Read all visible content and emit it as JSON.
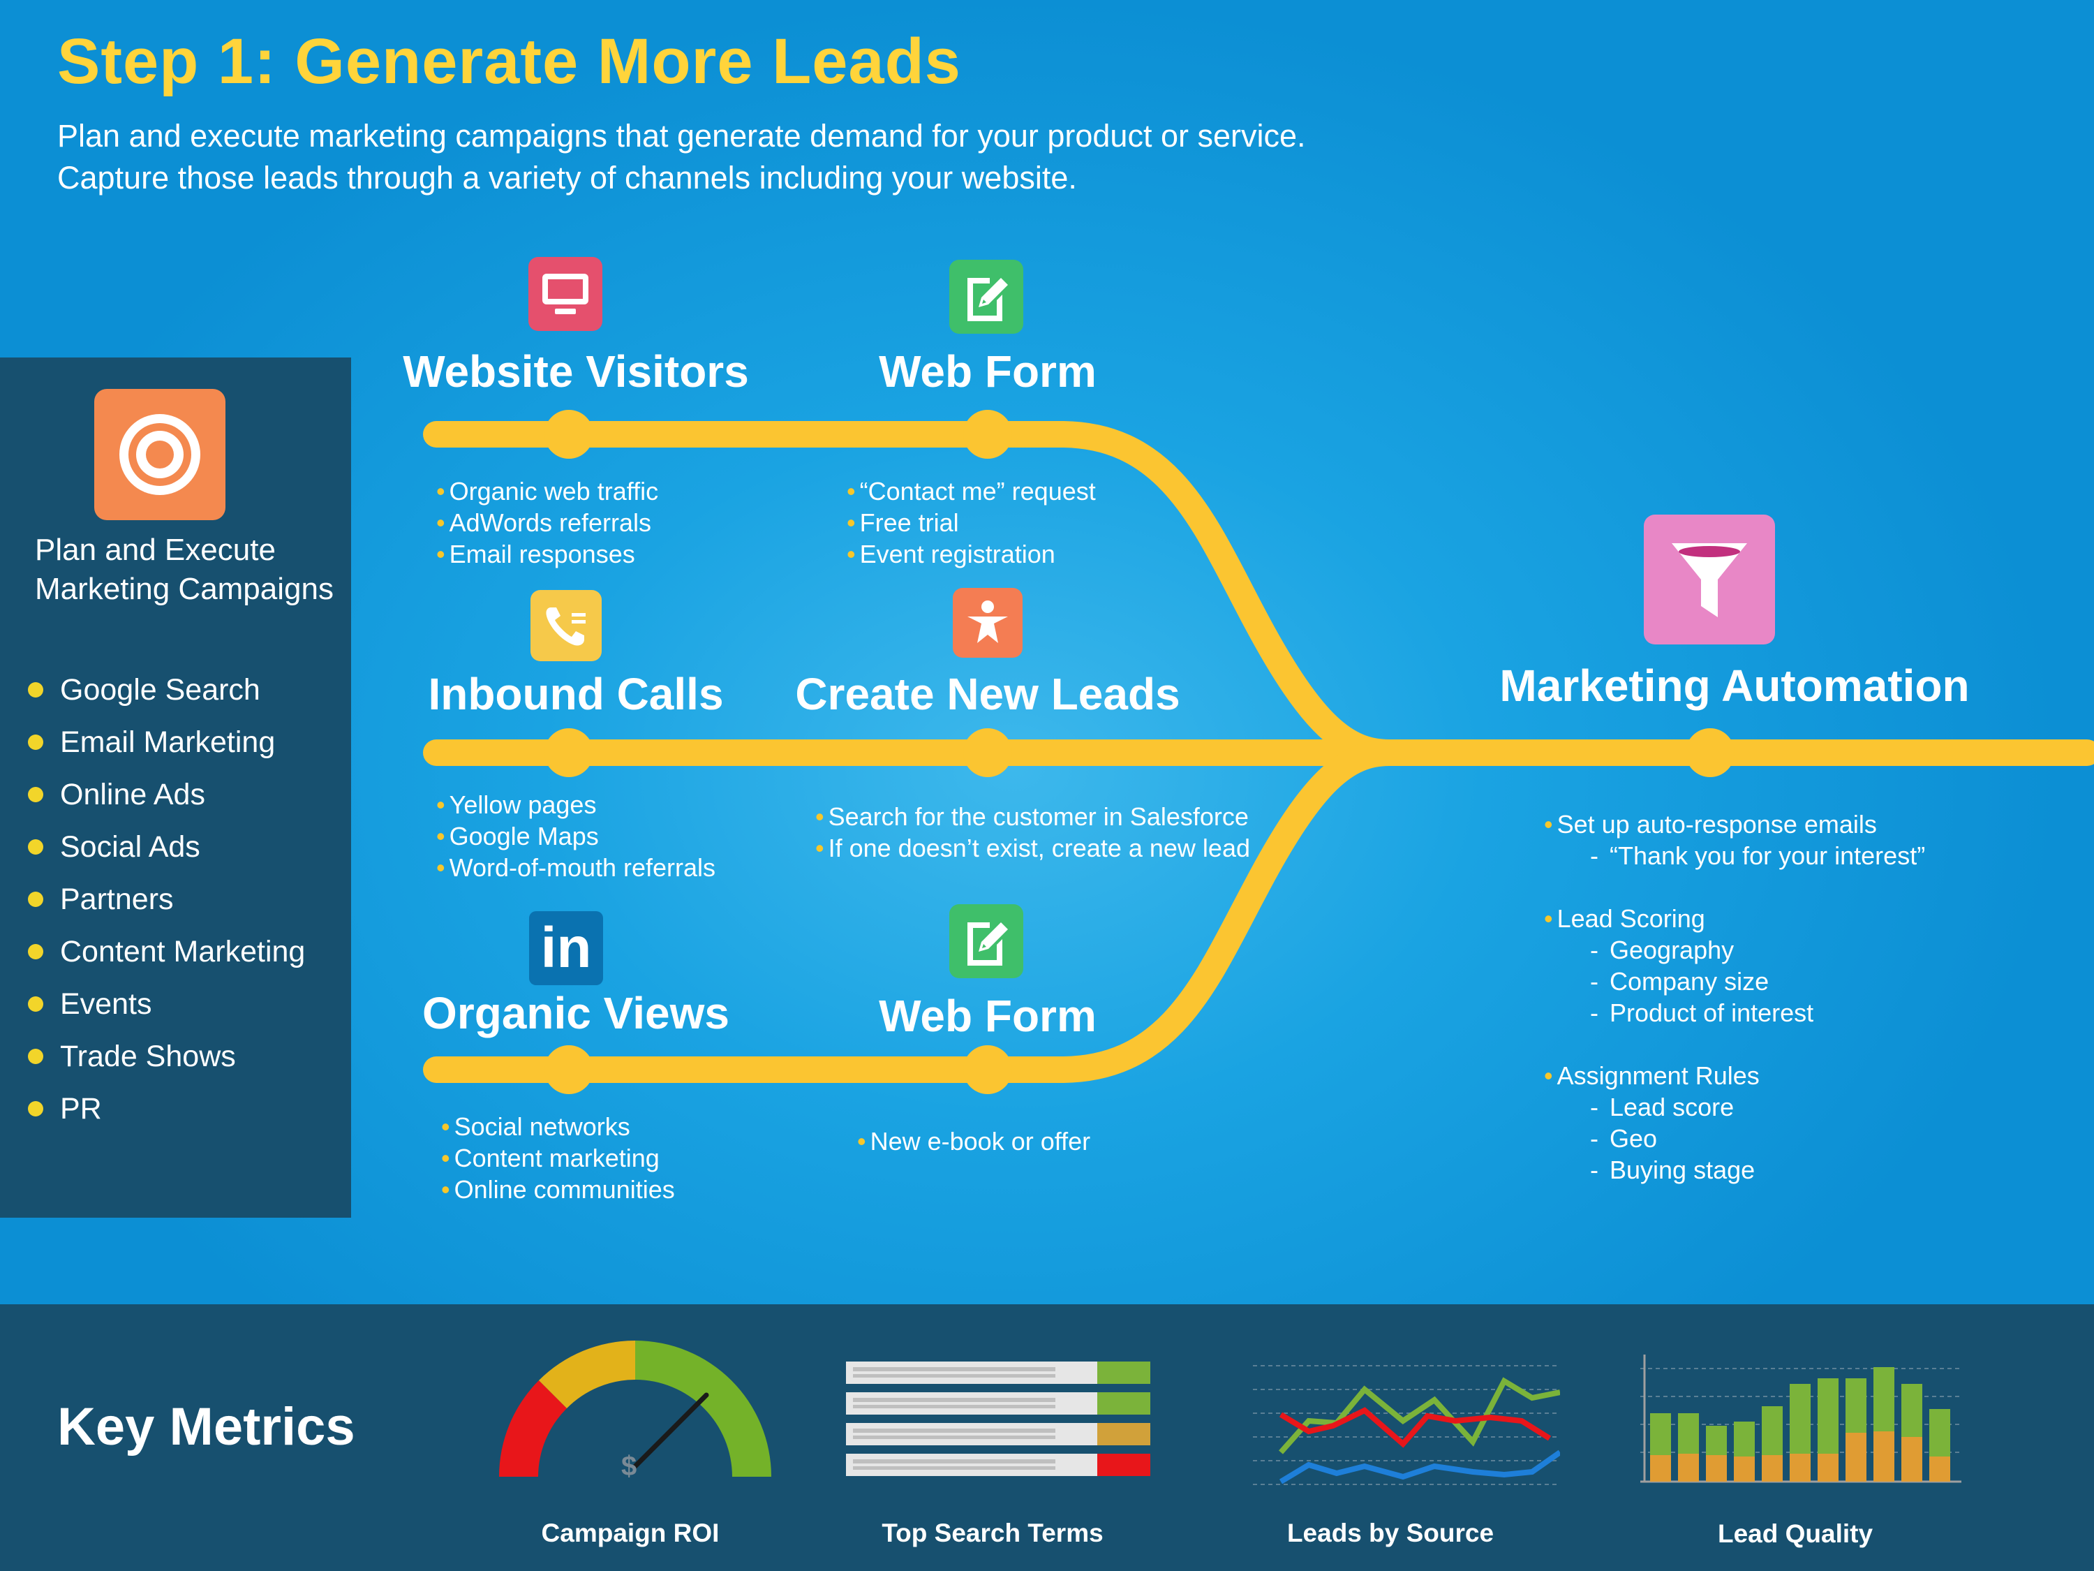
{
  "header": {
    "title": "Step 1: Generate More Leads",
    "subtitle_line1": "Plan and execute marketing campaigns that generate demand for your product or service.",
    "subtitle_line2": "Capture those leads through a variety of channels including your website."
  },
  "sidebar": {
    "caption_line1": "Plan and Execute",
    "caption_line2": "Marketing Campaigns",
    "icon": "target-icon",
    "items": [
      "Google Search",
      "Email Marketing",
      "Online Ads",
      "Social Ads",
      "Partners",
      "Content Marketing",
      "Events",
      "Trade Shows",
      "PR"
    ]
  },
  "nodes": {
    "website_visitors": {
      "title": "Website Visitors",
      "icon": "monitor-icon",
      "bullets": [
        "Organic web traffic",
        "AdWords referrals",
        "Email responses"
      ]
    },
    "web_form_top": {
      "title": "Web Form",
      "icon": "edit-form-icon",
      "bullets": [
        "“Contact me” request",
        "Free trial",
        "Event registration"
      ]
    },
    "inbound_calls": {
      "title": "Inbound Calls",
      "icon": "phone-icon",
      "bullets": [
        "Yellow pages",
        "Google Maps",
        "Word-of-mouth referrals"
      ]
    },
    "create_new_leads": {
      "title": "Create New Leads",
      "icon": "person-icon",
      "bullets": [
        "Search for the customer in Salesforce",
        "If one doesn’t exist, create a new lead"
      ]
    },
    "organic_views": {
      "title": "Organic Views",
      "icon": "linkedin-icon",
      "icon_text": "in",
      "bullets": [
        "Social networks",
        "Content marketing",
        "Online communities"
      ]
    },
    "web_form_bottom": {
      "title": "Web Form",
      "icon": "edit-form-icon",
      "bullets": [
        "New e-book or offer"
      ]
    },
    "marketing_automation": {
      "title": "Marketing Automation",
      "icon": "funnel-icon",
      "auto_response": "Set up auto-response emails",
      "auto_response_sub": "“Thank you for your interest”",
      "lead_scoring": "Lead Scoring",
      "lead_scoring_sub": [
        "Geography",
        "Company size",
        "Product of interest"
      ],
      "assignment_rules": "Assignment Rules",
      "assignment_rules_sub": [
        "Lead score",
        "Geo",
        "Buying stage"
      ]
    }
  },
  "key_metrics": {
    "title": "Key Metrics",
    "metrics": [
      {
        "label": "Campaign ROI",
        "icon": "gauge-icon",
        "symbol": "$"
      },
      {
        "label": "Top Search Terms",
        "icon": "ranked-bars-icon"
      },
      {
        "label": "Leads by Source",
        "icon": "line-chart-icon"
      },
      {
        "label": "Lead Quality",
        "icon": "stacked-bars-icon"
      }
    ]
  },
  "colors": {
    "accent_yellow": "#ffd43b",
    "path_yellow": "#fbc531",
    "sidebar_navy": "#17506f",
    "icon_red": "#e5506d",
    "icon_green": "#3fbf6a",
    "icon_yellow": "#f6c94a",
    "icon_orange": "#f47d53",
    "icon_linkedin": "#0a72b0",
    "icon_pink": "#e887c6",
    "target_orange": "#f4894f"
  }
}
